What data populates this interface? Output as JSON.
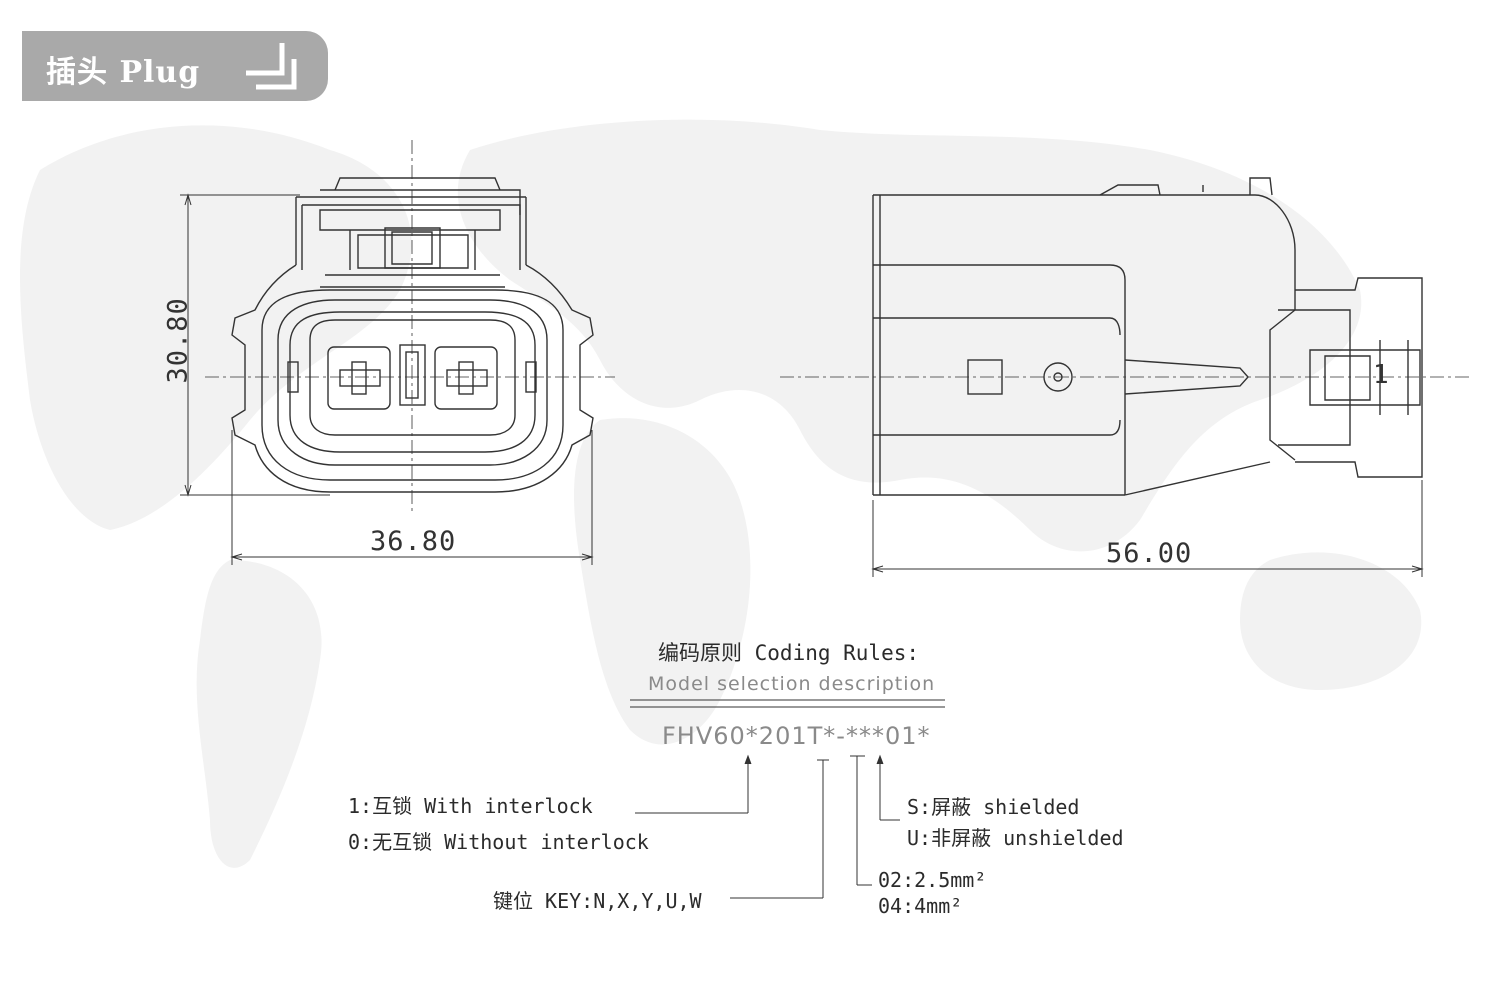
{
  "header": {
    "title": "插头 Plug",
    "icon": "corner-arrows-icon"
  },
  "dimensions": {
    "height": "30.80",
    "width_front": "36.80",
    "length_side": "56.00"
  },
  "side_view": {
    "pin_number": "1"
  },
  "coding": {
    "title": "编码原则 Coding Rules:",
    "subtitle": "Model selection description",
    "model": "FHV60*201T*-***01*",
    "interlock": [
      "1:互锁 With interlock",
      "0:无互锁 Without interlock"
    ],
    "key": "键位 KEY:N,X,Y,U,W",
    "shield": [
      "S:屏蔽 shielded",
      "U:非屏蔽  unshielded"
    ],
    "wire": [
      "02:2.5mm²",
      "04:4mm²"
    ]
  },
  "colors": {
    "header_bg": "#a9a9a9",
    "line": "#333333",
    "map": "#f2f2f2"
  }
}
